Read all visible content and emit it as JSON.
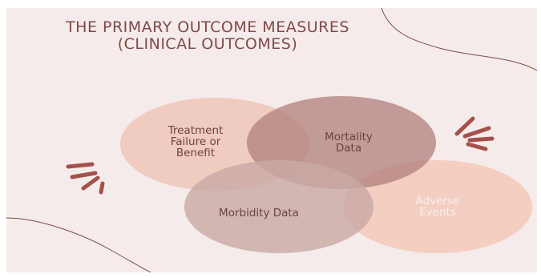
{
  "title": {
    "line1": "THE PRIMARY OUTCOME MEASURES",
    "line2": "(CLINICAL OUTCOMES)"
  },
  "nodes": [
    {
      "id": "treatment",
      "label": "Treatment\nFailure or\nBenefit",
      "color": "#efc6b8"
    },
    {
      "id": "mortality",
      "label": "Mortality\nData",
      "color": "#c29591"
    },
    {
      "id": "morbidity",
      "label": "Morbidity Data",
      "color": "#c9aaa6"
    },
    {
      "id": "adverse",
      "label": "Adverse\nEvents",
      "color": "#f3c9ba"
    }
  ],
  "colors": {
    "background": "#f5ebea",
    "title": "#7e4a47",
    "accent": "#a4514c",
    "line": "#7a4d4a"
  },
  "decorations": [
    "burst-icon-left",
    "burst-icon-right"
  ]
}
